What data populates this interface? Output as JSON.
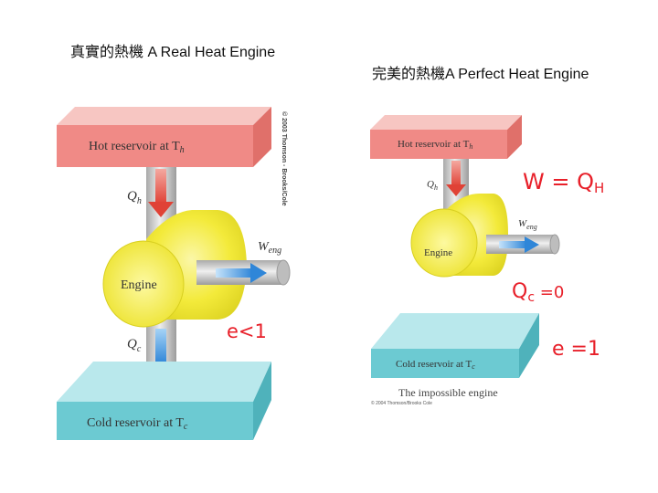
{
  "slide": {
    "title_left": "真實的熱機 A Real Heat Engine",
    "title_right": "完美的熱機A Perfect Heat Engine"
  },
  "real_engine": {
    "hot_reservoir_label": "Hot reservoir at T",
    "hot_subscript": "h",
    "q_h": "Q",
    "q_h_sub": "h",
    "engine_label": "Engine",
    "w_eng": "W",
    "w_eng_sub": "eng",
    "q_c": "Q",
    "q_c_sub": "c",
    "cold_reservoir_label": "Cold reservoir at T",
    "cold_subscript": "c",
    "copyright": "© 2003 Thomson - Brooks/Cole"
  },
  "perfect_engine": {
    "hot_reservoir_label": "Hot reservoir at T",
    "hot_subscript": "h",
    "q_h": "Q",
    "q_h_sub": "h",
    "engine_label": "Engine",
    "w_eng": "W",
    "w_eng_sub": "eng",
    "cold_reservoir_label": "Cold reservoir at T",
    "cold_subscript": "c",
    "caption": "The impossible engine",
    "copyright": "© 2004 Thomson/Brooks Cole"
  },
  "annotations": {
    "efficiency_real": "e<1",
    "work_equation": "W = Q",
    "work_equation_sub": "H",
    "cold_heat": "Q",
    "cold_heat_rest": " =0",
    "cold_heat_sub": "c",
    "efficiency_perfect": "e =1"
  },
  "colors": {
    "hot_front": "#f08a86",
    "hot_top": "#f7c6c2",
    "cold_front": "#6ccad2",
    "cold_top": "#b9e8ec",
    "engine_yellow": "#f5ee3c",
    "pipe_gray": "#c9c9c9",
    "arrow_red": "#e8564c",
    "arrow_blue": "#3b8fdc",
    "annotation_red": "#e8202a"
  }
}
